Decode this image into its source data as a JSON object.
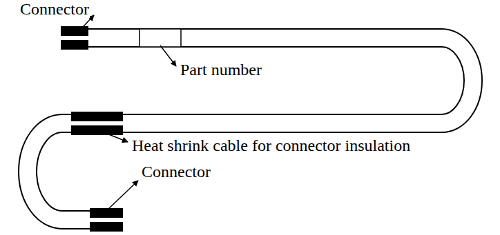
{
  "diagram": {
    "labels": [
      "Connector",
      "Part number",
      "Heat shrink cable for connector insulation",
      "Connector"
    ]
  }
}
